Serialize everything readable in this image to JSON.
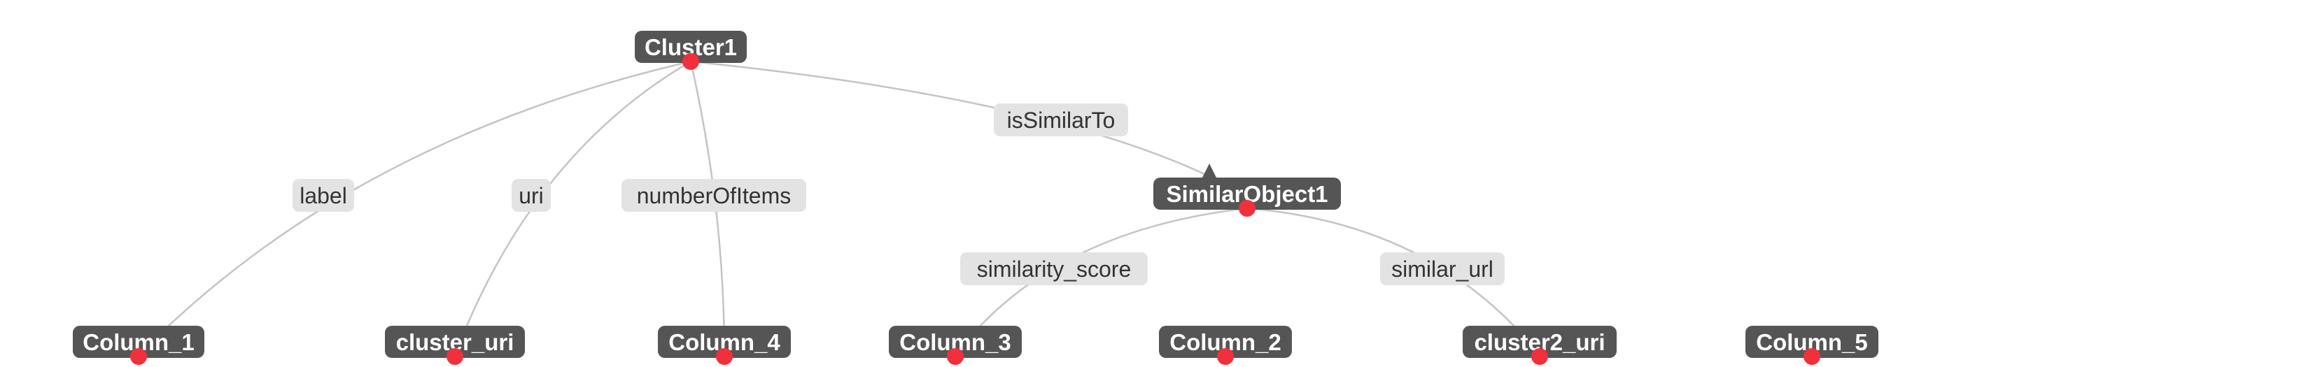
{
  "nodes": {
    "cluster1": "Cluster1",
    "similar_object1": "SimilarObject1",
    "column_1": "Column_1",
    "cluster_uri": "cluster_uri",
    "column_4": "Column_4",
    "column_3": "Column_3",
    "column_2": "Column_2",
    "cluster2_uri": "cluster2_uri",
    "column_5": "Column_5"
  },
  "edges": {
    "label": "label",
    "uri": "uri",
    "number_of_items": "numberOfItems",
    "is_similar_to": "isSimilarTo",
    "similarity_score": "similarity_score",
    "similar_url": "similar_url"
  },
  "colors": {
    "node_fill": "#555555",
    "edge_label_fill": "#e3e3e3",
    "edge_stroke": "#c4c4c4",
    "port_dot": "#f2303c"
  }
}
